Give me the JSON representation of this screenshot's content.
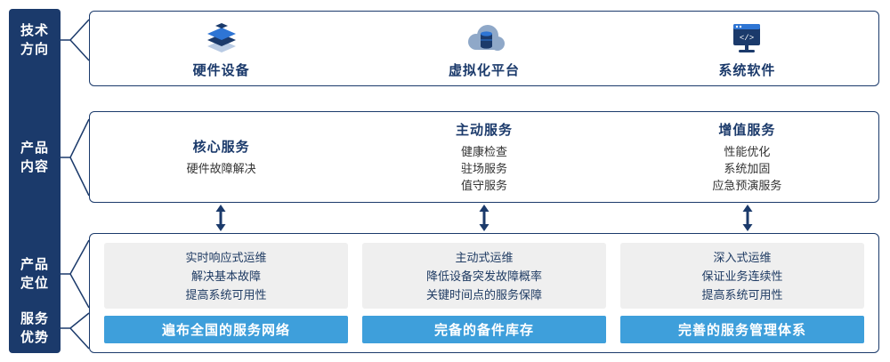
{
  "sidebar": {
    "sections": [
      {
        "line1": "技术",
        "line2": "方向"
      },
      {
        "line1": "产品",
        "line2": "内容"
      },
      {
        "line1": "产品",
        "line2": "定位"
      },
      {
        "line1": "服务",
        "line2": "优势"
      }
    ]
  },
  "tech_row": {
    "items": [
      {
        "label": "硬件设备",
        "icon": "hardware-stack-icon"
      },
      {
        "label": "虚拟化平台",
        "icon": "cloud-platform-icon"
      },
      {
        "label": "系统软件",
        "icon": "system-software-icon"
      }
    ]
  },
  "services_row": {
    "columns": [
      {
        "title": "核心服务",
        "items": [
          "硬件故障解决"
        ]
      },
      {
        "title": "主动服务",
        "items": [
          "健康检查",
          "驻场服务",
          "值守服务"
        ]
      },
      {
        "title": "增值服务",
        "items": [
          "性能优化",
          "系统加固",
          "应急预演服务"
        ]
      }
    ]
  },
  "positioning_row": {
    "columns": [
      {
        "lines": [
          "实时响应式运维",
          "解决基本故障",
          "提高系统可用性"
        ],
        "banner": "遍布全国的服务网络"
      },
      {
        "lines": [
          "主动式运维",
          "降低设备突发故障概率",
          "关键时间点的服务保障"
        ],
        "banner": "完备的备件库存"
      },
      {
        "lines": [
          "深入式运维",
          "保证业务连续性",
          "提高系统可用性"
        ],
        "banner": "完善的服务管理体系"
      }
    ]
  },
  "colors": {
    "navy": "#1b3a6b",
    "accent_blue": "#2e75d4",
    "banner_blue": "#3e9fdb",
    "panel_gray": "#efefef"
  }
}
